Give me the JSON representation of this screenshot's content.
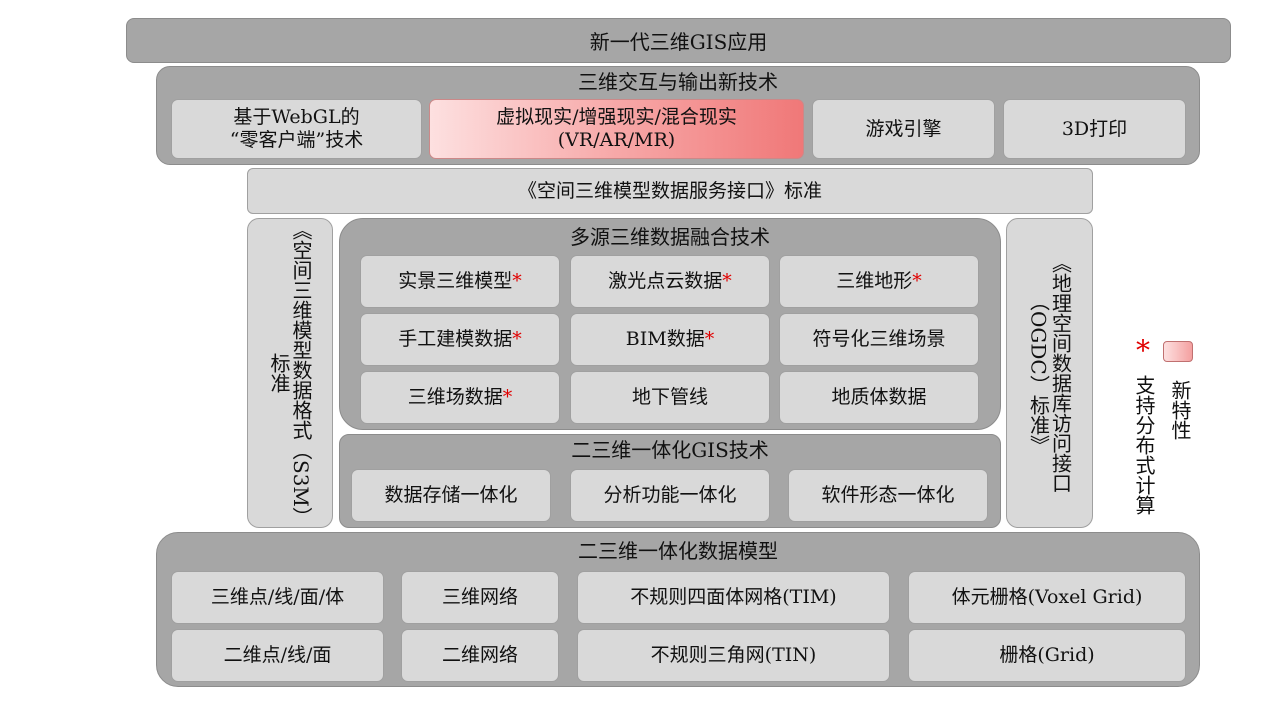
{
  "top_banner": "新一代三维GIS应用",
  "interaction": {
    "title": "三维交互与输出新技术",
    "items": [
      {
        "label": "基于WebGL的\n“零客户端”技术"
      },
      {
        "label": "虚拟现实/增强现实/混合现实\n(VR/AR/MR)"
      },
      {
        "label": "游戏引擎"
      },
      {
        "label": "3D打印"
      }
    ]
  },
  "service_standard": "《空间三维模型数据服务接口》标准",
  "left_standard": "《空间三维模型数据格式（S3M）标准",
  "right_standard": "《地理空间数据库访问接口（OGDC）标准》",
  "fusion": {
    "title": "多源三维数据融合技术",
    "items": [
      {
        "label": "实景三维模型",
        "star": "*"
      },
      {
        "label": "激光点云数据",
        "star": "*"
      },
      {
        "label": "三维地形",
        "star": "*"
      },
      {
        "label": "手工建模数据",
        "star": "*"
      },
      {
        "label": "BIM数据",
        "star": "*"
      },
      {
        "label": "符号化三维场景",
        "star": ""
      },
      {
        "label": "三维场数据",
        "star": "*"
      },
      {
        "label": "地下管线",
        "star": ""
      },
      {
        "label": "地质体数据",
        "star": ""
      }
    ]
  },
  "integration": {
    "title": "二三维一体化GIS技术",
    "items": [
      {
        "label": "数据存储一体化"
      },
      {
        "label": "分析功能一体化"
      },
      {
        "label": "软件形态一体化"
      }
    ]
  },
  "model": {
    "title": "二三维一体化数据模型",
    "row1": [
      {
        "label": "三维点/线/面/体"
      },
      {
        "label": "三维网络"
      },
      {
        "label": "不规则四面体网格(TIM)"
      },
      {
        "label": "体元栅格(Voxel Grid)"
      }
    ],
    "row2": [
      {
        "label": "二维点/线/面"
      },
      {
        "label": "二维网络"
      },
      {
        "label": "不规则三角网(TIN)"
      },
      {
        "label": "栅格(Grid)"
      }
    ]
  },
  "legend": {
    "star_symbol": "*",
    "star_label": "支持分布式计算",
    "new_label": "新特性",
    "star_color": "#e00000",
    "new_color": "#f4a0a0"
  }
}
